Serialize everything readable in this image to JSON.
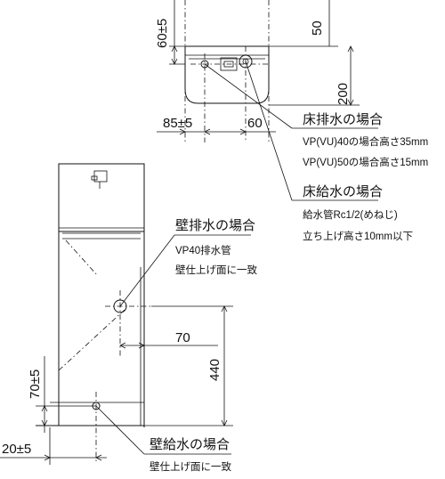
{
  "dimensions": {
    "top_left_vertical": "60±5",
    "top_right_vertical": "50",
    "right_height": "200",
    "floor_offset": "85±5",
    "floor_width": "60",
    "wall_horizontal": "70",
    "wall_height": "440",
    "supply_height": "70±5",
    "supply_offset": "20±5"
  },
  "callouts": {
    "floor_drain": {
      "title": "床排水の場合",
      "line1": "VP(VU)40の場合高さ35mm",
      "line2": "VP(VU)50の場合高さ15mm"
    },
    "floor_supply": {
      "title": "床給水の場合",
      "line1": "給水管Rc1/2(めねじ)",
      "line2": "立ち上げ高さ10mm以下"
    },
    "wall_drain": {
      "title": "壁排水の場合",
      "line1": "VP40排水管",
      "line2": "壁仕上げ面に一致"
    },
    "wall_supply": {
      "title": "壁給水の場合",
      "line1": "壁仕上げ面に一致"
    }
  }
}
